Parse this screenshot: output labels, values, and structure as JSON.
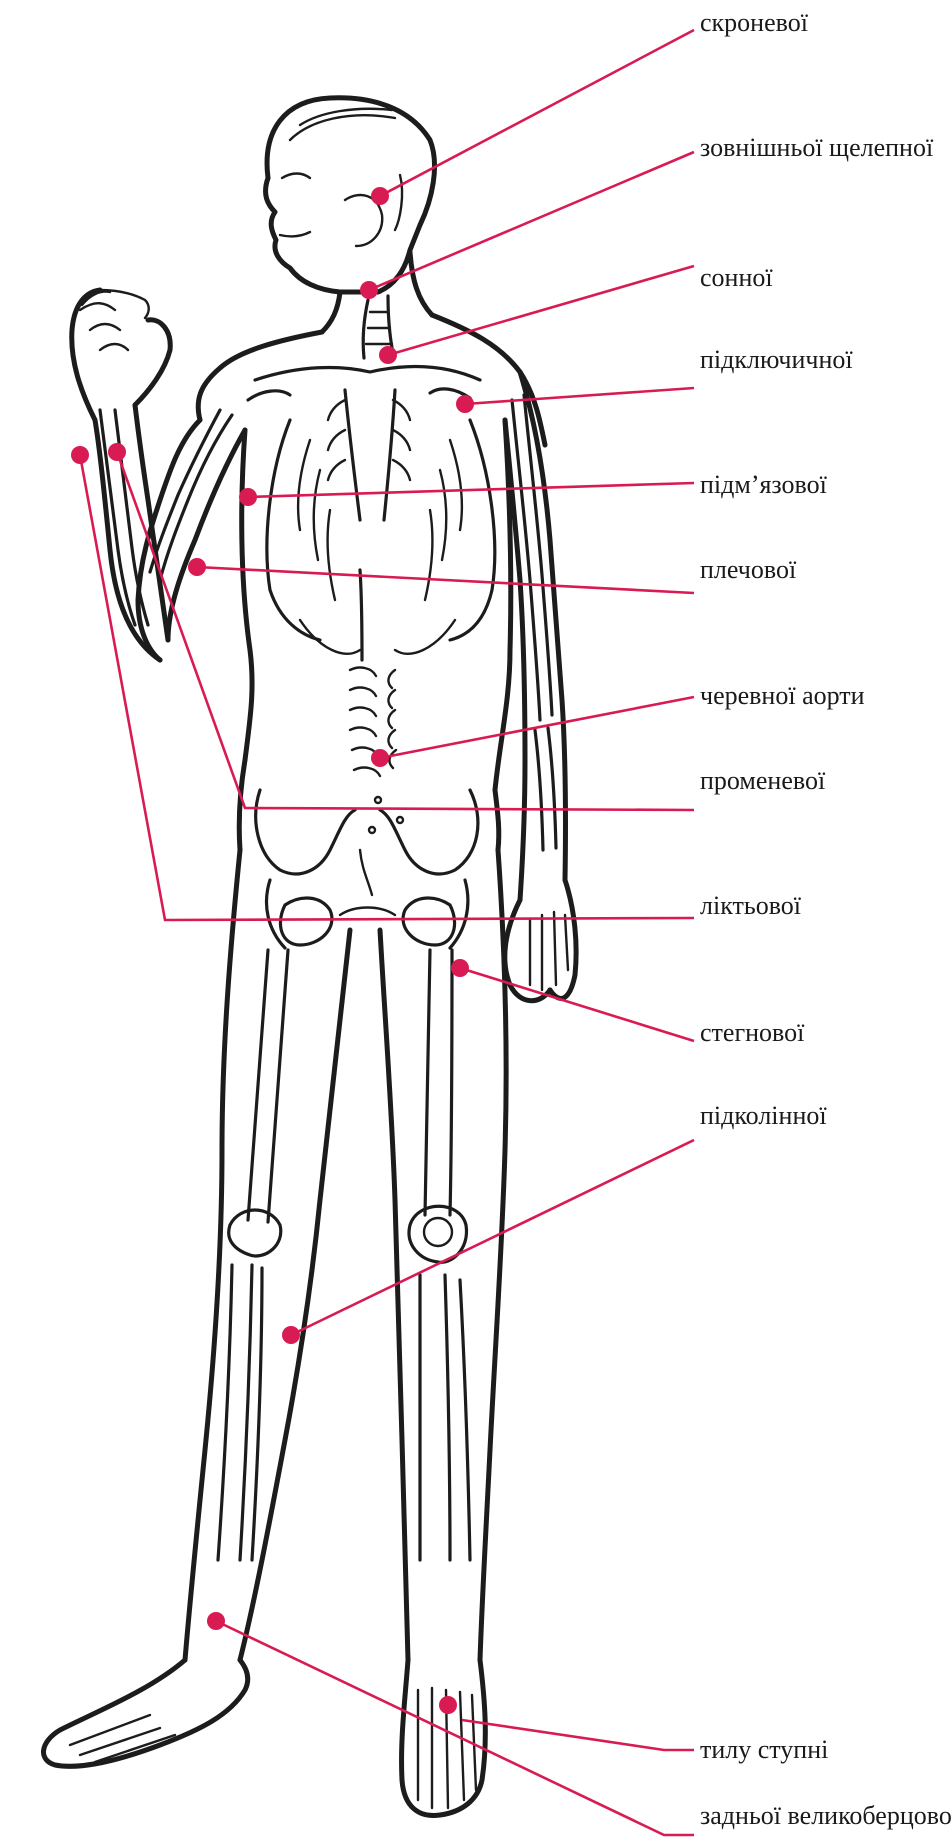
{
  "colors": {
    "marker": "#d81b52",
    "ink": "#1c1c1c",
    "background": "#ffffff"
  },
  "labels": [
    {
      "id": "temporal",
      "text": "скроневої"
    },
    {
      "id": "facial",
      "text": "зовнішньої щелепної"
    },
    {
      "id": "carotid",
      "text": "сонної"
    },
    {
      "id": "subclavian",
      "text": "підключичної"
    },
    {
      "id": "axillary",
      "text": "підм’язової"
    },
    {
      "id": "brachial",
      "text": "плечової"
    },
    {
      "id": "abdominal-aorta",
      "text": "черевної аорти"
    },
    {
      "id": "radial",
      "text": "променевої"
    },
    {
      "id": "ulnar",
      "text": "ліктьової"
    },
    {
      "id": "femoral",
      "text": "стегнової"
    },
    {
      "id": "popliteal",
      "text": "підколінної"
    },
    {
      "id": "dorsalis-pedis",
      "text": "тилу ступні"
    },
    {
      "id": "posterior-tibial",
      "text": "задньої великоберцової"
    }
  ]
}
